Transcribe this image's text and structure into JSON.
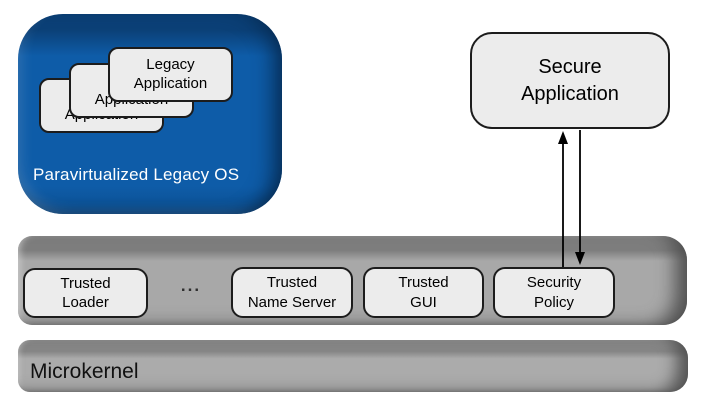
{
  "colors": {
    "os_blue": "#0e5ca8",
    "os_blue_dark": "#0b4077",
    "bar_gray": "#a8a8a8",
    "bar_gray_dark": "#7d7d7d",
    "box_fill": "#ececec",
    "box_border": "#1c1c1c"
  },
  "legacy_os": {
    "label": "Paravirtualized Legacy OS",
    "apps": [
      {
        "label": "Legacy\nApplication"
      },
      {
        "label": "Legacy\nApplication"
      },
      {
        "label": "Legacy\nApplication"
      }
    ]
  },
  "secure_app": {
    "label": "Secure\nApplication"
  },
  "services": {
    "ellipsis": "...",
    "items": [
      {
        "label": "Trusted\nLoader"
      },
      {
        "label": "Trusted\nName Server"
      },
      {
        "label": "Trusted\nGUI"
      },
      {
        "label": "Security\nPolicy"
      }
    ]
  },
  "microkernel": {
    "label": "Microkernel"
  }
}
